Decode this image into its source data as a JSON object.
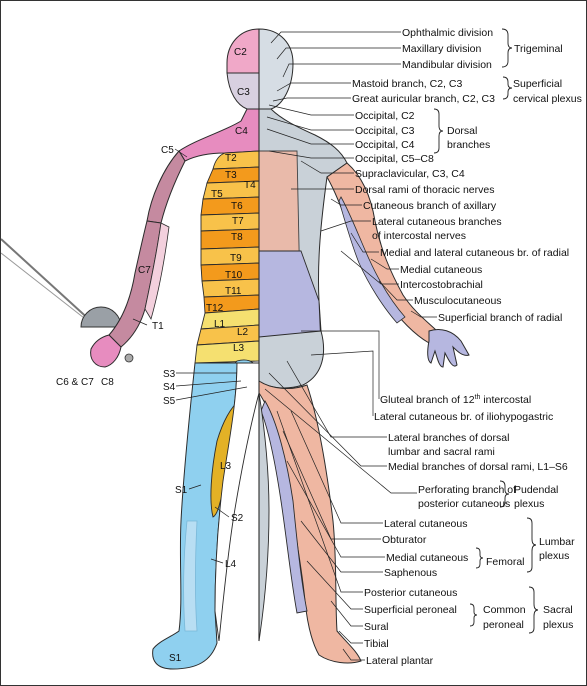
{
  "colors": {
    "C2": "#f0a8c8",
    "C3": "#d8d0e0",
    "C4": "#e78cbf",
    "C5": "#c58aa0",
    "thoracic_dark": "#f39a1c",
    "thoracic_light": "#f8c24a",
    "lumbar_yellow": "#f5e070",
    "sacral_blue": "#8fd0ef",
    "leg_gold": "#e3b126",
    "back_gray": "#c9d1d8",
    "back_lavender": "#b6b7e0",
    "back_salmon": "#efb7a2",
    "outline": "#2b2b2b"
  },
  "dermatomes": {
    "c2": "C2",
    "c3": "C3",
    "c4": "C4",
    "c5": "C5",
    "c7": "C7",
    "c6c7": "C6 & C7",
    "c8": "C8",
    "t1": "T1",
    "t2": "T2",
    "t3": "T3",
    "t4": "T4",
    "t5": "T5",
    "t6": "T6",
    "t7": "T7",
    "t8": "T8",
    "t9": "T9",
    "t10": "T10",
    "t11": "T11",
    "t12": "T12",
    "l1": "L1",
    "l2": "L2",
    "l3": "L3",
    "l3b": "L3",
    "l4": "L4",
    "s1": "S1",
    "s1b": "S1",
    "s2": "S2",
    "s3": "S3",
    "s4": "S4",
    "s5": "S5"
  },
  "labels": {
    "ophthalmic": "Ophthalmic division",
    "maxillary": "Maxillary division",
    "mandibular": "Mandibular division",
    "trigeminal": "Trigeminal",
    "mastoid": "Mastoid branch, C2, C3",
    "great_auricular": "Great auricular branch, C2, C3",
    "superficial": "Superficial",
    "cervical_plexus": "cervical plexus",
    "occ_c2": "Occipital, C2",
    "occ_c3": "Occipital, C3",
    "occ_c4": "Occipital, C4",
    "occ_c5c8": "Occipital, C5–C8",
    "dorsal": "Dorsal",
    "branches": "branches",
    "supraclavicular": "Supraclavicular, C3, C4",
    "dorsal_rami_thoracic": "Dorsal rami of thoracic nerves",
    "cut_axillary": "Cutaneous branch of axillary",
    "lat_cut_1": "Lateral cutaneous branches",
    "lat_cut_2": "of intercostal nerves",
    "med_lat_radial": "Medial and lateral cutaneous br. of radial",
    "medial_cutaneous": "Medial cutaneous",
    "intercostobrachial": "Intercostobrachial",
    "musculocutaneous": "Musculocutaneous",
    "superficial_radial": "Superficial branch of radial",
    "gluteal_12_a": "Gluteal branch of 12",
    "gluteal_12_sup": "th",
    "gluteal_12_b": " intercostal",
    "iliohypogastric": "Lateral cutaneous br. of iliohypogastric",
    "lat_dorsal_1": "Lateral branches of dorsal",
    "lat_dorsal_2": "lumbar and sacral rami",
    "med_dorsal": "Medial branches of dorsal rami, L1–S6",
    "perforating_1": "Perforating branch of",
    "perforating_2": "posterior cutaneous",
    "pudendal": "Pudendal",
    "pudendal_plexus": "plexus",
    "lateral_cutaneous": "Lateral cutaneous",
    "obturator": "Obturator",
    "medial_cut_fem": "Medial cutaneous",
    "saphenous": "Saphenous",
    "femoral": "Femoral",
    "lumbar": "Lumbar",
    "lumbar_plexus": "plexus",
    "posterior_cutaneous": "Posterior cutaneous",
    "superficial_peroneal": "Superficial peroneal",
    "sural": "Sural",
    "tibial": "Tibial",
    "lateral_plantar": "Lateral plantar",
    "common": "Common",
    "peroneal": "peroneal",
    "sacral": "Sacral",
    "sacral_plexus": "plexus"
  }
}
